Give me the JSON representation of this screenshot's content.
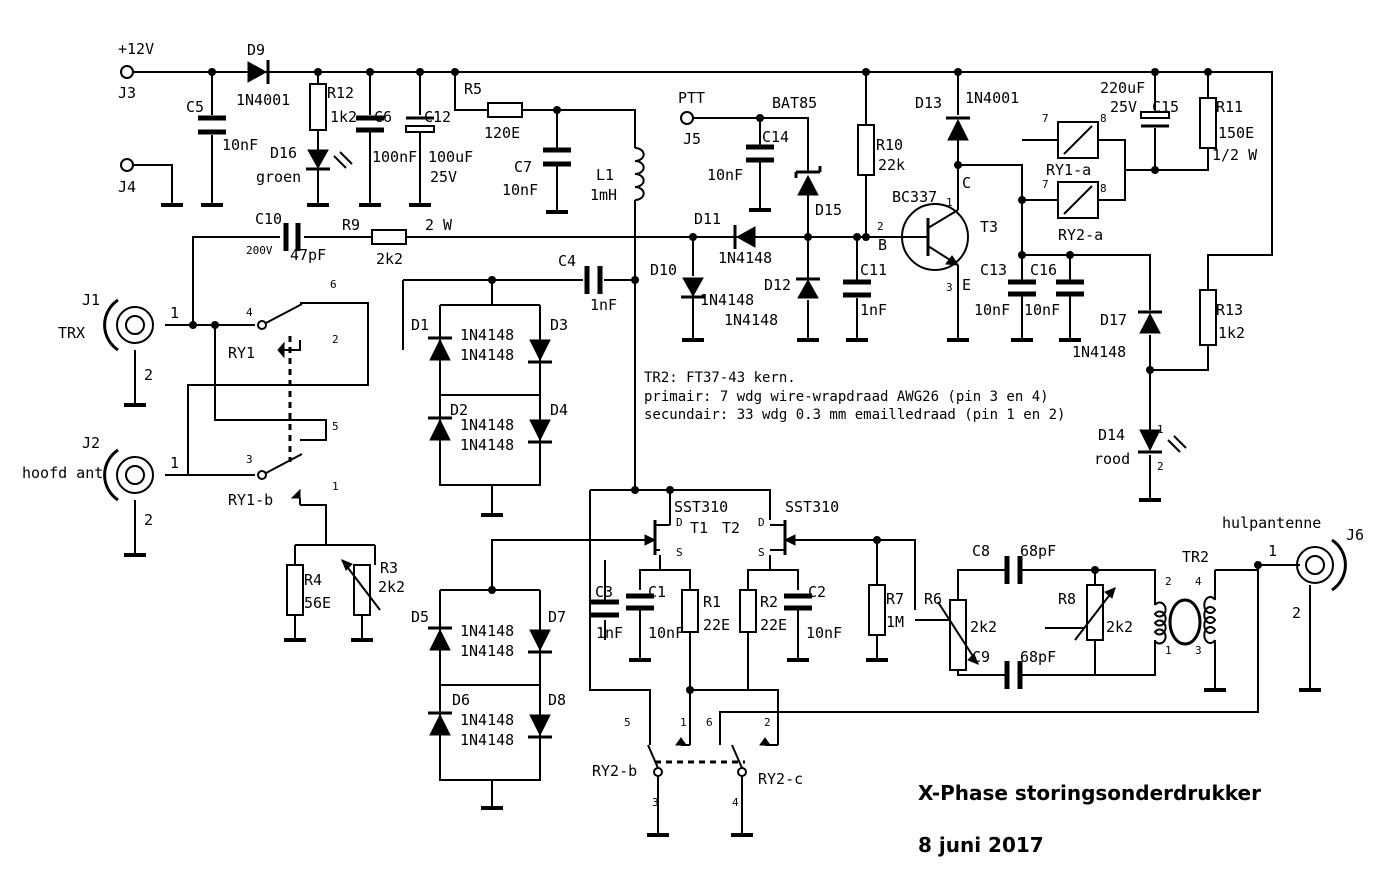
{
  "labels": {
    "plus12v": "+12V",
    "j3": "J3",
    "j4": "J4",
    "j5": "J5",
    "j1": "J1",
    "j2": "J2",
    "j6": "J6",
    "trx": "TRX",
    "hoofd_ant": "hoofd ant",
    "hulpantenne": "hulpantenne",
    "ptt": "PTT",
    "d9": "D9",
    "d9_type": "1N4001",
    "c5": "C5",
    "c5_val": "10nF",
    "r12": "R12",
    "r12_val": "1k2",
    "d16": "D16",
    "d16_color": "groen",
    "c6": "C6",
    "c6_val": "100nF",
    "c12": "C12",
    "c12_val": "100uF",
    "c12_volt": "25V",
    "r5": "R5",
    "r5_val": "120E",
    "c7": "C7",
    "c7_val": "10nF",
    "l1": "L1",
    "l1_val": "1mH",
    "c14": "C14",
    "c14_val": "10nF",
    "bat85": "BAT85",
    "d15": "D15",
    "d11": "D11",
    "d11_type": "1N4148",
    "d10": "D10",
    "d10_type": "1N4148",
    "d12": "D12",
    "d12_type": "1N4148",
    "r10": "R10",
    "r10_val": "22k",
    "c11": "C11",
    "c11_val": "1nF",
    "d13": "D13",
    "d13_type": "1N4001",
    "bc337": "BC337",
    "t3": "T3",
    "pin_b": "B",
    "pin_c": "C",
    "pin_e": "E",
    "ry1a": "RY1-a",
    "ry2a": "RY2-a",
    "c15_val": "220uF",
    "c15_volt": "25V",
    "c15": "C15",
    "r11": "R11",
    "r11_val": "150E",
    "r11_watt": "1/2 W",
    "c13": "C13",
    "c13_val": "10nF",
    "c16": "C16",
    "c16_val": "10nF",
    "d17": "D17",
    "d17_type": "1N4148",
    "r13": "R13",
    "r13_val": "1k2",
    "d14": "D14",
    "d14_color": "rood",
    "c10": "C10",
    "c10_volt": "200V",
    "c10_val": "47pF",
    "r9": "R9",
    "r9_val": "2k2",
    "r9_watt": "2 W",
    "c4": "C4",
    "c4_val": "1nF",
    "ry1": "RY1",
    "ry1b": "RY1-b",
    "d1": "D1",
    "d2": "D2",
    "d3": "D3",
    "d4": "D4",
    "d5": "D5",
    "d6": "D6",
    "d7": "D7",
    "d8": "D8",
    "diode_type": "1N4148",
    "r4": "R4",
    "r4_val": "56E",
    "r3": "R3",
    "r3_val": "2k2",
    "sst310": "SST310",
    "t1": "T1",
    "t2": "T2",
    "pin_d": "D",
    "pin_s": "S",
    "c3": "C3",
    "c3_val": "1nF",
    "c1": "C1",
    "c1_val": "10nF",
    "r1": "R1",
    "r1_val": "22E",
    "r2": "R2",
    "r2_val": "22E",
    "c2": "C2",
    "c2_val": "10nF",
    "r7": "R7",
    "r7_val": "1M",
    "r6": "R6",
    "r6_val": "2k2",
    "c8": "C8",
    "c8_val": "68pF",
    "c9": "C9",
    "c9_val": "68pF",
    "r8": "R8",
    "r8_val": "2k2",
    "tr2": "TR2",
    "ry2b": "RY2-b",
    "ry2c": "RY2-c",
    "n1": "1",
    "n2": "2",
    "n3": "3",
    "n4": "4",
    "n5": "5",
    "n6": "6",
    "n7": "7",
    "n8": "8"
  },
  "notes": {
    "line1": "TR2: FT37-43 kern.",
    "line2": "primair: 7 wdg wire-wrapdraad AWG26 (pin 3 en 4)",
    "line3": "secundair: 33 wdg 0.3 mm emailledraad (pin 1 en 2)"
  },
  "title": {
    "main": "X-Phase storingsonderdrukker",
    "date": "8 juni 2017"
  }
}
